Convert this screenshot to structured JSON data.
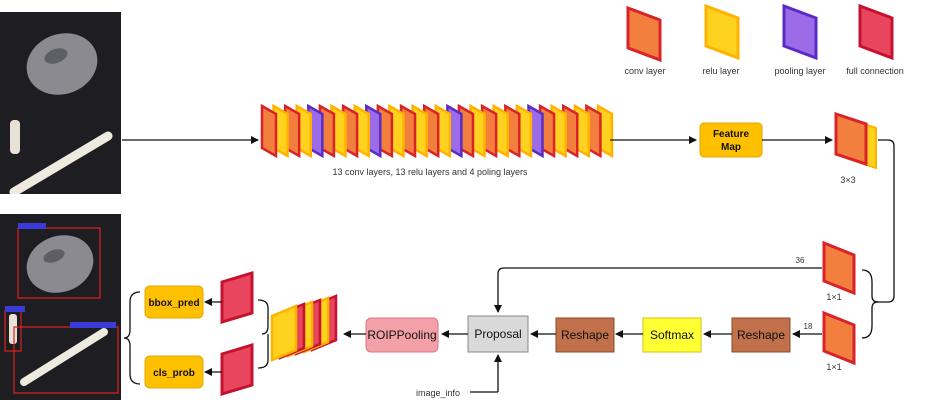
{
  "legend": {
    "items": [
      {
        "label": "conv layer",
        "color": "#F27F3D",
        "border": "#D8232A"
      },
      {
        "label": "relu layer",
        "color": "#FFD21F",
        "border": "#FFB300"
      },
      {
        "label": "pooling layer",
        "color": "#9B6BE8",
        "border": "#5B2CC4"
      },
      {
        "label": "full connection",
        "color": "#E8455E",
        "border": "#C41230"
      }
    ]
  },
  "backbone": {
    "caption": "13 conv layers, 13 relu layers and 4 poling layers"
  },
  "boxes": {
    "feature_map_line1": "Feature",
    "feature_map_line2": "Map",
    "reshape_right": "Reshape",
    "softmax": "Softmax",
    "reshape_left": "Reshape",
    "proposal": "Proposal",
    "roipooling": "ROIPPooling",
    "bbox_pred": "bbox_pred",
    "cls_prob": "cls_prob"
  },
  "labels": {
    "kernel_3x3": "3×3",
    "kernel_1x1_top": "1×1",
    "kernel_1x1_bottom": "1×1",
    "channels_36": "36",
    "channels_18": "18",
    "image_info": "image_info"
  },
  "colors": {
    "feature_box": "#FFC000",
    "reshape_box": "#C0704A",
    "softmax_box": "#FFFF33",
    "proposal_box": "#D9D9D9",
    "roipooling_box": "#F4A0A8",
    "output_box": "#FFC000",
    "photo_bg": "#1e1e22",
    "detect_box": "#E02020"
  }
}
